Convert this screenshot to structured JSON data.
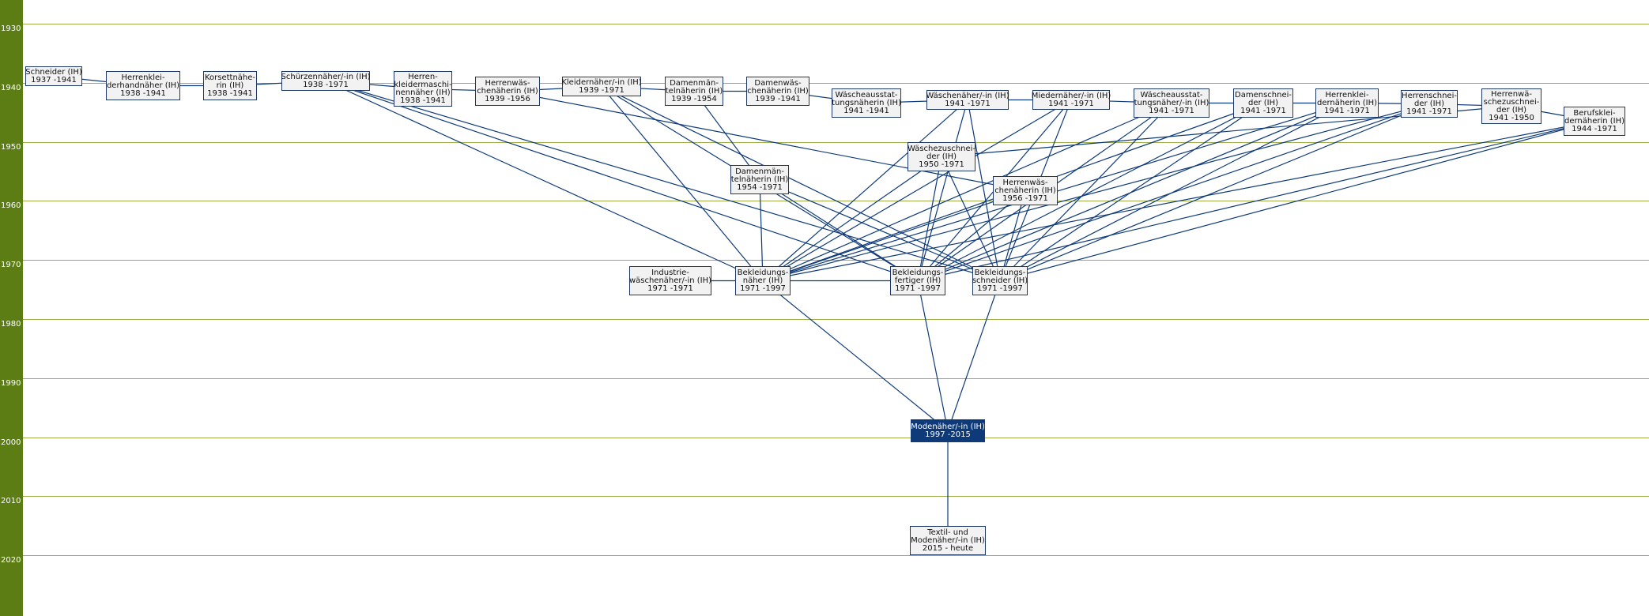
{
  "timeline": {
    "years": [
      "1930",
      "1940",
      "1950",
      "1960",
      "1970",
      "1980",
      "1990",
      "2000",
      "2010",
      "2020"
    ]
  },
  "colors": {
    "axis": "#5c7d14",
    "grid": "#9cad4a",
    "edge": "#0e3a7a",
    "highlight": "#0e3a7a",
    "node_bg": "#f2f2f2"
  },
  "nodes": [
    {
      "id": "schneider",
      "label": "Schneider (IH)\n1937 -1941"
    },
    {
      "id": "herrenkleiderhand",
      "label": "Herrenklei-\nderhandnäher (IH)\n1938 -1941"
    },
    {
      "id": "korsett",
      "label": "Korsettnähe-\nrin (IH)\n1938 -1941"
    },
    {
      "id": "schuerzen",
      "label": "Schürzennäher/-in (IH)\n1938 -1971"
    },
    {
      "id": "herrenkleidermasch",
      "label": "Herren-\nkleidermaschi-\nnennäher (IH)\n1938 -1941"
    },
    {
      "id": "herrenwaesch39",
      "label": "Herrenwäs-\nchenäherin (IH)\n1939 -1956"
    },
    {
      "id": "kleider",
      "label": "Kleidernäher/-in (IH)\n1939 -1971"
    },
    {
      "id": "damenmantel39",
      "label": "Damenmän-\ntelnäherin (IH)\n1939 -1954"
    },
    {
      "id": "damenwaesch",
      "label": "Damenwäs-\nchenäherin (IH)\n1939 -1941"
    },
    {
      "id": "waescheausst_in",
      "label": "Wäscheausstat-\ntungsnäherin (IH)\n1941 -1941"
    },
    {
      "id": "waeschenaeher",
      "label": "Wäschenäher/-in (IH)\n1941 -1971"
    },
    {
      "id": "mieder",
      "label": "Miedernäher/-in (IH)\n1941 -1971"
    },
    {
      "id": "waescheausst_er",
      "label": "Wäscheausstat-\ntungsnäher/-in (IH)\n1941 -1971"
    },
    {
      "id": "damenschneider",
      "label": "Damenschnei-\nder (IH)\n1941 -1971"
    },
    {
      "id": "herrenkleidnaeherin",
      "label": "Herrenklei-\ndernäherin (IH)\n1941 -1971"
    },
    {
      "id": "herrenschneider",
      "label": "Herrenschnei-\nder (IH)\n1941 -1971"
    },
    {
      "id": "herrenwaeschezu",
      "label": "Herrenwä-\nschezuschnei-\nder (IH)\n1941 -1950"
    },
    {
      "id": "berufskleid",
      "label": "Berufsklei-\ndernäherin (IH)\n1944 -1971"
    },
    {
      "id": "waeschezuschn",
      "label": "Wäschezuschnei-\nder (IH)\n1950 -1971"
    },
    {
      "id": "damenmantel54",
      "label": "Damenmän-\ntelnäherin (IH)\n1954 -1971"
    },
    {
      "id": "herrenwaesch56",
      "label": "Herrenwäs-\nchenäherin (IH)\n1956 -1971"
    },
    {
      "id": "industrie",
      "label": "Industrie-\nwäschenäher/-in (IH)\n1971 -1971"
    },
    {
      "id": "bekl_naeher",
      "label": "Bekleidungs-\nnäher (IH)\n1971 -1997"
    },
    {
      "id": "bekl_fertiger",
      "label": "Bekleidungs-\nfertiger (IH)\n1971 -1997"
    },
    {
      "id": "bekl_schneider",
      "label": "Bekleidungs-\nschneider (IH)\n1971 -1997"
    },
    {
      "id": "modenaeher",
      "label": "Modenäher/-in (IH)\n1997 -2015"
    },
    {
      "id": "textil",
      "label": "Textil- und\nModenäher/-in (IH)\n2015 - heute"
    }
  ],
  "edges": [
    [
      "schneider",
      "herrenkleiderhand"
    ],
    [
      "herrenkleiderhand",
      "korsett"
    ],
    [
      "korsett",
      "schuerzen"
    ],
    [
      "schuerzen",
      "herrenkleidermasch"
    ],
    [
      "herrenkleidermasch",
      "herrenwaesch39"
    ],
    [
      "herrenwaesch39",
      "kleider"
    ],
    [
      "kleider",
      "damenmantel39"
    ],
    [
      "damenmantel39",
      "damenwaesch"
    ],
    [
      "damenwaesch",
      "waescheausst_in"
    ],
    [
      "waescheausst_in",
      "waeschenaeher"
    ],
    [
      "waeschenaeher",
      "mieder"
    ],
    [
      "mieder",
      "waescheausst_er"
    ],
    [
      "waescheausst_er",
      "damenschneider"
    ],
    [
      "damenschneider",
      "herrenkleidnaeherin"
    ],
    [
      "herrenkleidnaeherin",
      "herrenschneider"
    ],
    [
      "herrenschneider",
      "herrenwaeschezu"
    ],
    [
      "herrenwaeschezu",
      "berufskleid"
    ],
    [
      "herrenwaesch39",
      "herrenwaesch56"
    ],
    [
      "damenmantel39",
      "damenmantel54"
    ],
    [
      "herrenwaeschezu",
      "waeschezuschn"
    ],
    [
      "industrie",
      "bekl_naeher"
    ],
    [
      "bekl_naeher",
      "bekl_fertiger"
    ],
    [
      "bekl_naeher",
      "modenaeher"
    ],
    [
      "bekl_fertiger",
      "modenaeher"
    ],
    [
      "bekl_schneider",
      "modenaeher"
    ],
    [
      "modenaeher",
      "textil"
    ],
    [
      "schuerzen",
      "bekl_naeher"
    ],
    [
      "schuerzen",
      "bekl_fertiger"
    ],
    [
      "schuerzen",
      "bekl_schneider"
    ],
    [
      "kleider",
      "bekl_naeher"
    ],
    [
      "kleider",
      "bekl_fertiger"
    ],
    [
      "kleider",
      "bekl_schneider"
    ],
    [
      "damenmantel54",
      "bekl_naeher"
    ],
    [
      "damenmantel54",
      "bekl_fertiger"
    ],
    [
      "damenmantel54",
      "bekl_schneider"
    ],
    [
      "waeschenaeher",
      "bekl_naeher"
    ],
    [
      "waeschenaeher",
      "bekl_fertiger"
    ],
    [
      "waeschenaeher",
      "bekl_schneider"
    ],
    [
      "mieder",
      "bekl_naeher"
    ],
    [
      "mieder",
      "bekl_fertiger"
    ],
    [
      "mieder",
      "bekl_schneider"
    ],
    [
      "waescheausst_er",
      "bekl_naeher"
    ],
    [
      "waescheausst_er",
      "bekl_fertiger"
    ],
    [
      "waescheausst_er",
      "bekl_schneider"
    ],
    [
      "damenschneider",
      "bekl_naeher"
    ],
    [
      "damenschneider",
      "bekl_fertiger"
    ],
    [
      "damenschneider",
      "bekl_schneider"
    ],
    [
      "herrenkleidnaeherin",
      "bekl_naeher"
    ],
    [
      "herrenkleidnaeherin",
      "bekl_fertiger"
    ],
    [
      "herrenkleidnaeherin",
      "bekl_schneider"
    ],
    [
      "herrenschneider",
      "bekl_naeher"
    ],
    [
      "herrenschneider",
      "bekl_fertiger"
    ],
    [
      "herrenschneider",
      "bekl_schneider"
    ],
    [
      "berufskleid",
      "bekl_naeher"
    ],
    [
      "berufskleid",
      "bekl_fertiger"
    ],
    [
      "berufskleid",
      "bekl_schneider"
    ],
    [
      "waeschezuschn",
      "bekl_naeher"
    ],
    [
      "waeschezuschn",
      "bekl_fertiger"
    ],
    [
      "waeschezuschn",
      "bekl_schneider"
    ],
    [
      "herrenwaesch56",
      "bekl_naeher"
    ],
    [
      "herrenwaesch56",
      "bekl_fertiger"
    ],
    [
      "herrenwaesch56",
      "bekl_schneider"
    ]
  ]
}
